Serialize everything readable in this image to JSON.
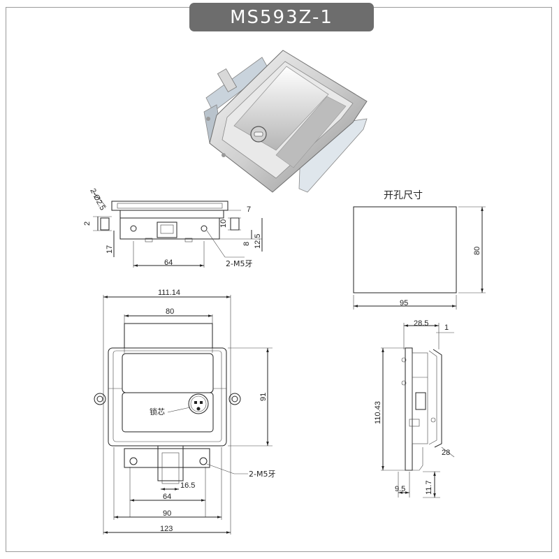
{
  "title": "MS593Z-1",
  "cutout": {
    "label": "开孔尺寸",
    "width": "95",
    "height": "80"
  },
  "top_view": {
    "dims": [
      "2-Ø2.5",
      "2",
      "17",
      "7",
      "10",
      "8",
      "12.5",
      "64"
    ],
    "hole_label": "2-M5牙"
  },
  "front_view": {
    "dims": [
      "111.14",
      "80",
      "91",
      "16.5",
      "64",
      "90",
      "123"
    ],
    "core_label": "锁芯",
    "hole_label": "2-M5牙"
  },
  "side_view": {
    "dims": [
      "28.5",
      "1",
      "110.43",
      "28",
      "9.5",
      "11.7"
    ]
  },
  "colors": {
    "badge": "#6d6d6d",
    "line": "#222222",
    "metal_light": "#e8e8e8",
    "metal_dark": "#9a9a9a"
  }
}
